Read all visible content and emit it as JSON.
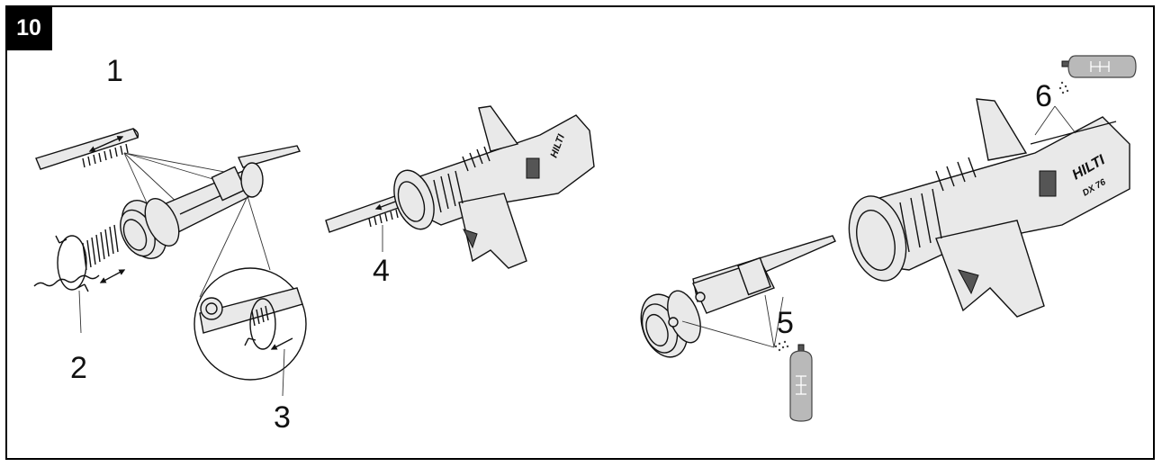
{
  "figure": {
    "badge": "10",
    "callouts": [
      "1",
      "2",
      "3",
      "4",
      "5",
      "6"
    ],
    "brand_text": "HILTI",
    "model_text": "DX 76"
  },
  "colors": {
    "ink": "#111111",
    "badge_bg": "#000000",
    "badge_text": "#ffffff",
    "can_fill": "#b9b9b9",
    "body_fill": "#e9e9e9"
  }
}
